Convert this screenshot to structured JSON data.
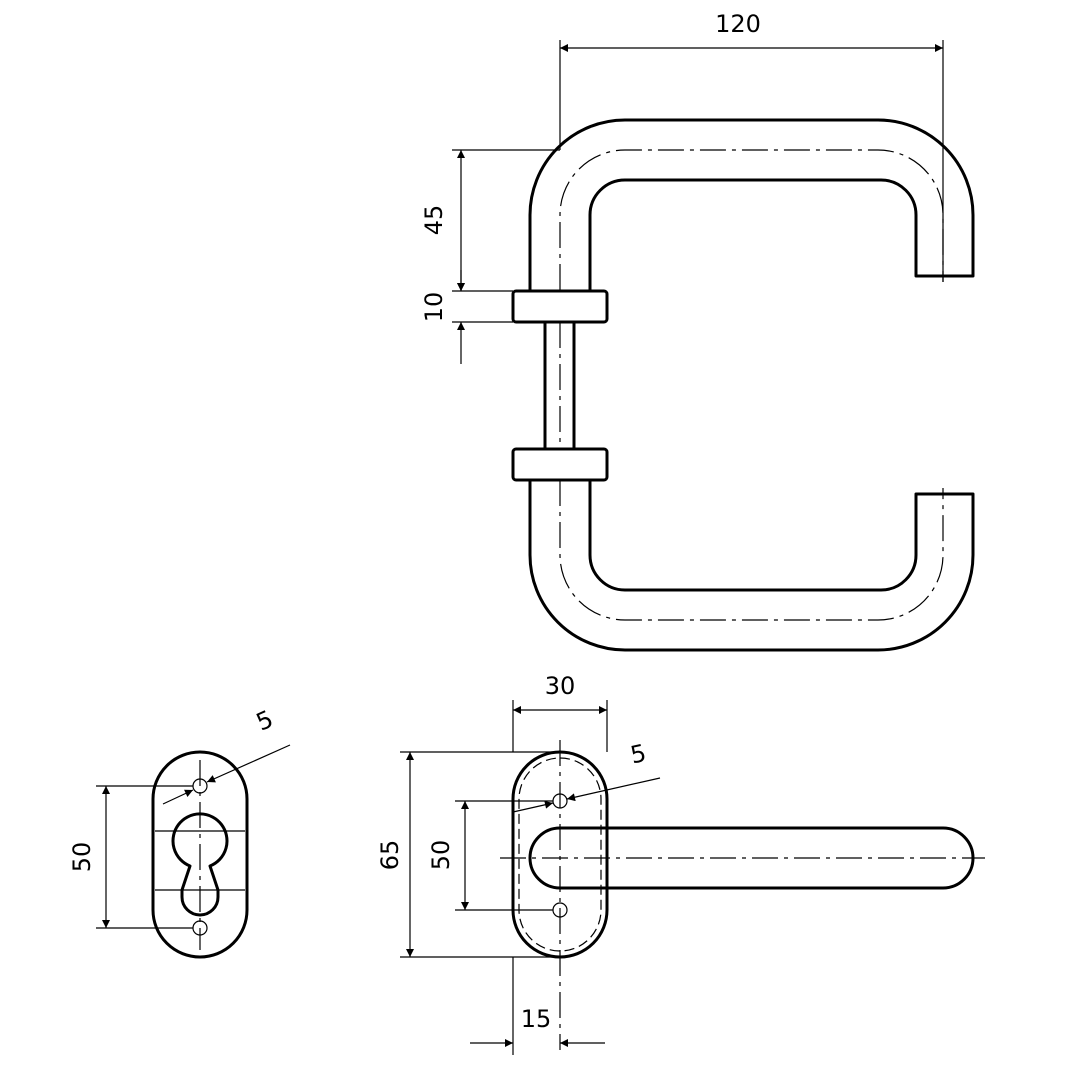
{
  "dimensions": {
    "handle_length": "120",
    "handle_height": "45",
    "rose_thickness": "10",
    "plate_width": "30",
    "plate_height": "65",
    "plate_hole_spacing": "50",
    "plate_hole_diameter": "5",
    "spindle_offset": "15",
    "escutcheon_hole_spacing": "50",
    "escutcheon_hole_diameter": "5"
  }
}
